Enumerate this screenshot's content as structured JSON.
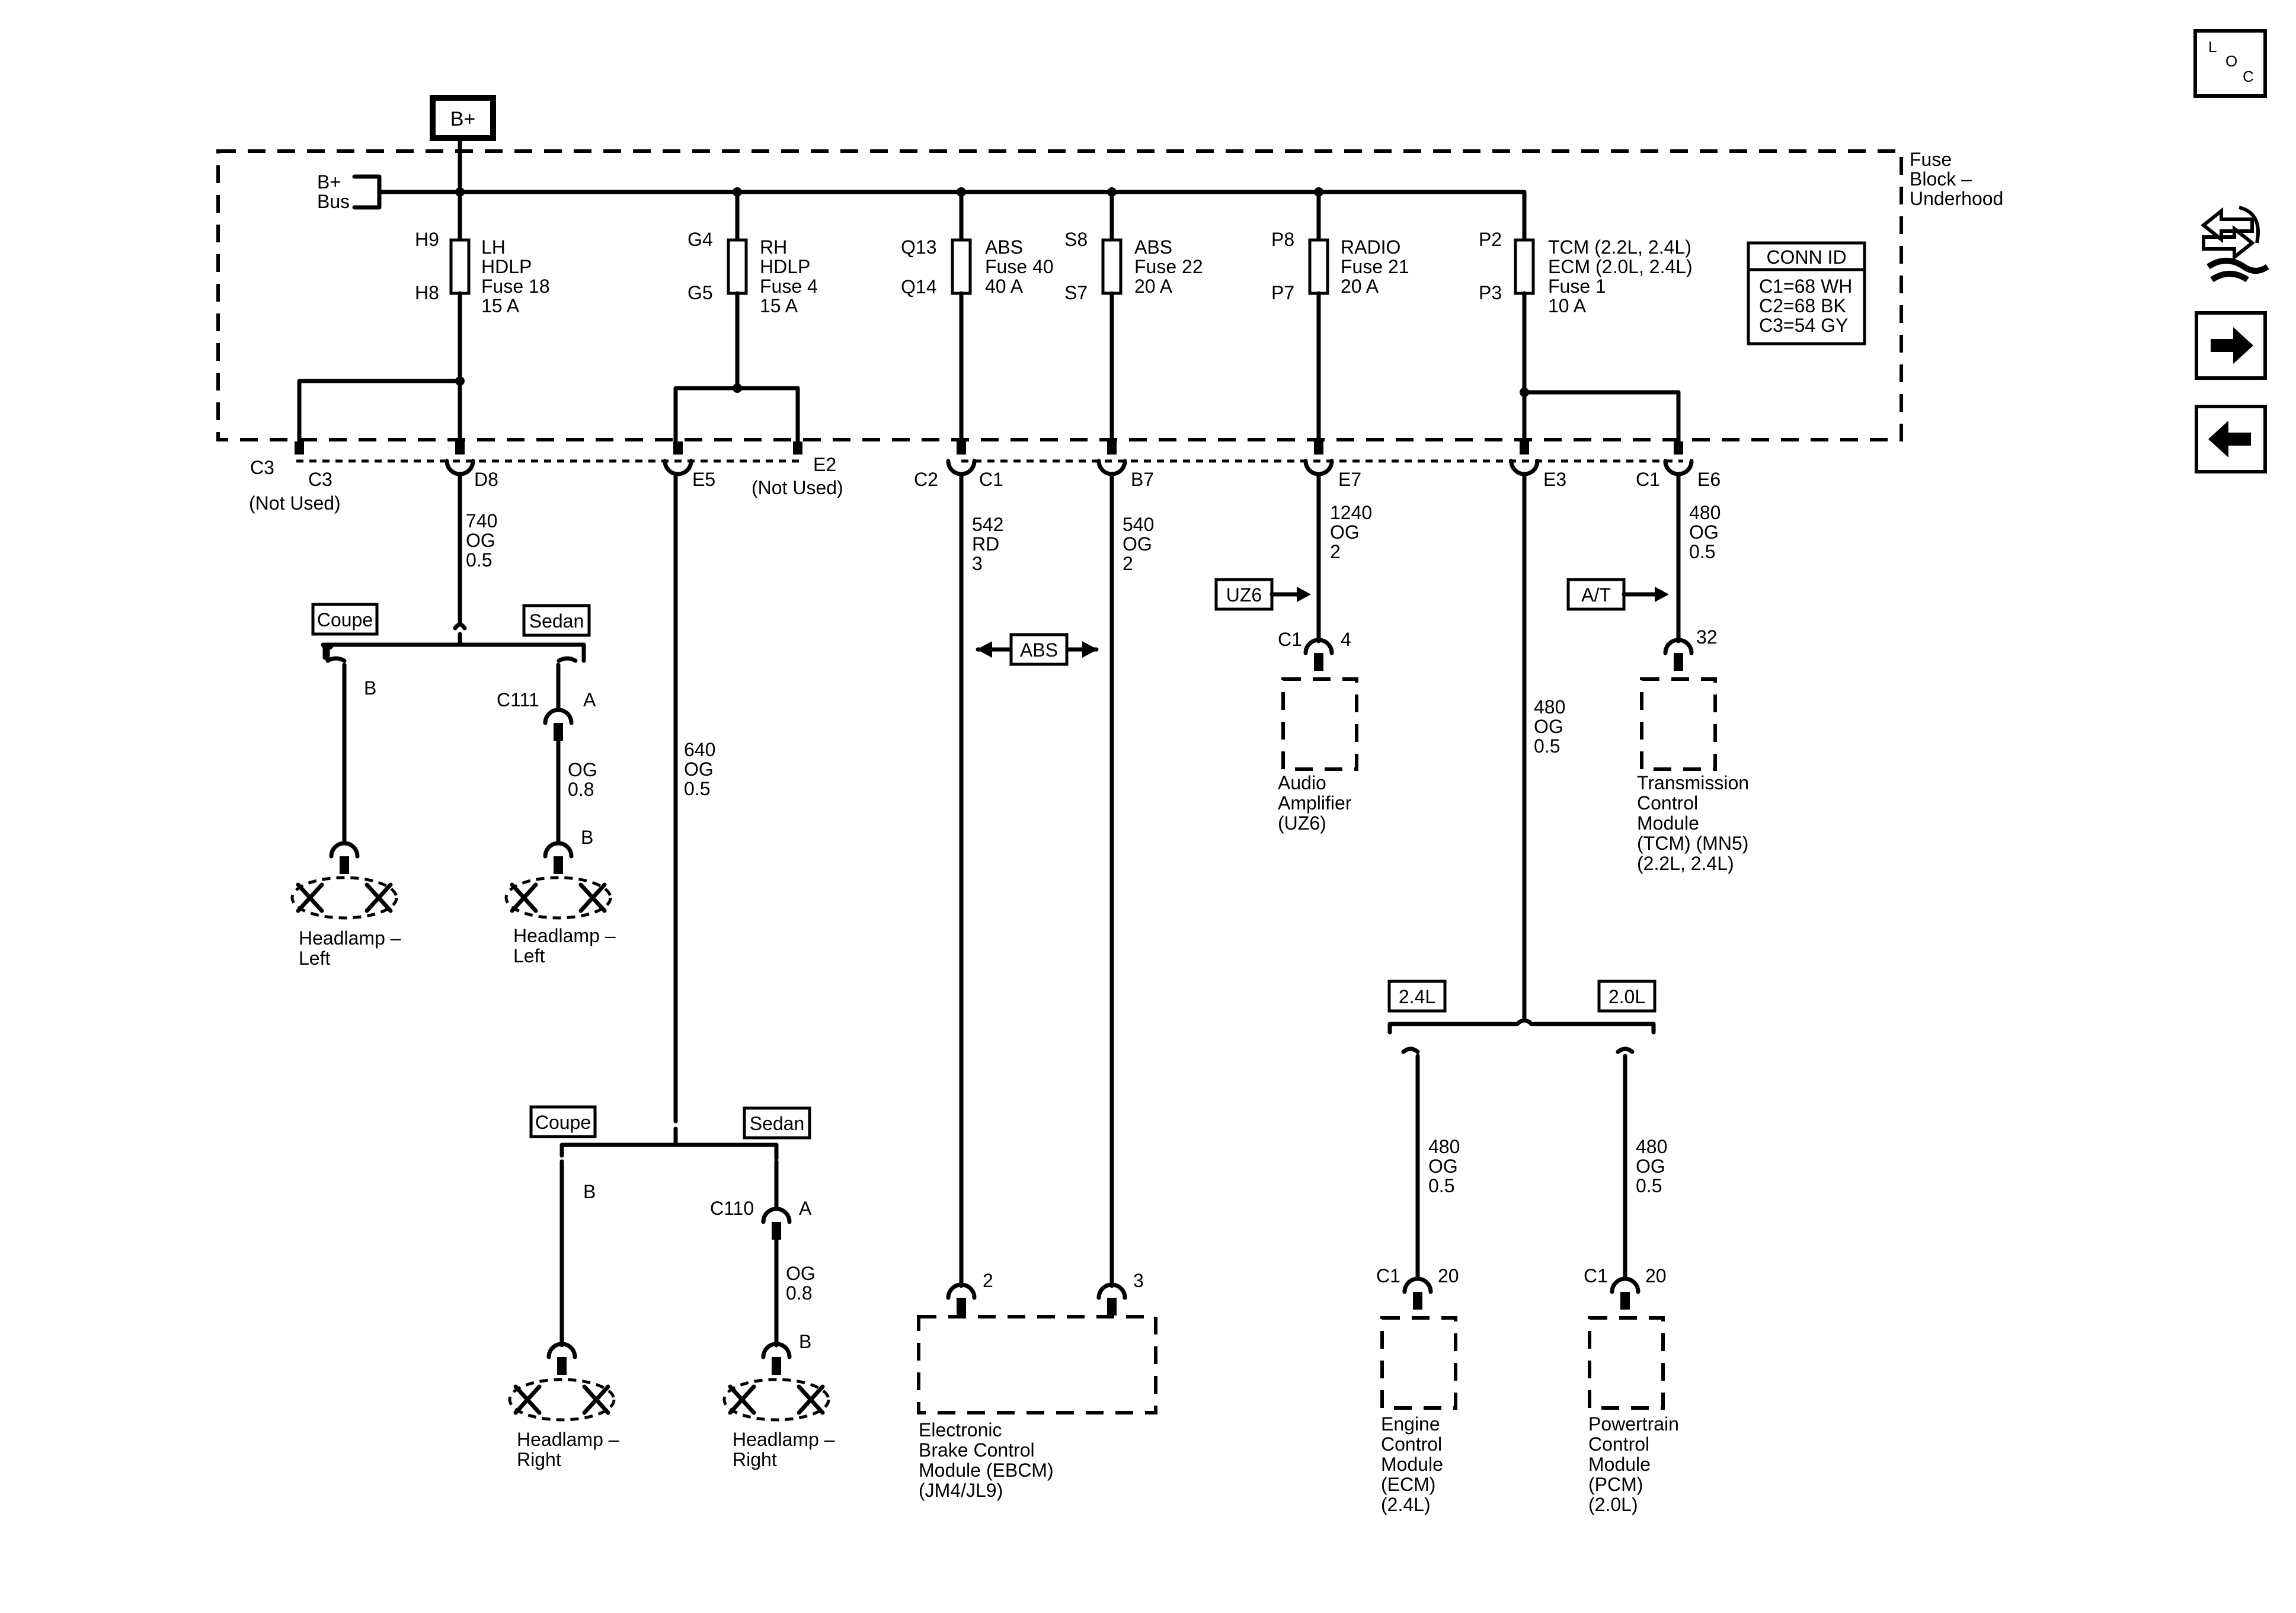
{
  "bplus": "B+",
  "fuse_block": {
    "line1": "Fuse",
    "line2": "Block –",
    "line3": "Underhood"
  },
  "bus": {
    "line1": "B+",
    "line2": "Bus"
  },
  "conn_id": {
    "title": "CONN ID",
    "rows": [
      "C1=68 WH",
      "C2=68 BK",
      "C3=54 GY"
    ]
  },
  "fuses": [
    {
      "top_pin": "H9",
      "bot_pin": "H8",
      "lines": [
        "LH",
        "HDLP",
        "Fuse 18",
        "15 A"
      ]
    },
    {
      "top_pin": "G4",
      "bot_pin": "G5",
      "lines": [
        "RH",
        "HDLP",
        "Fuse 4",
        "15 A"
      ]
    },
    {
      "top_pin": "Q13",
      "bot_pin": "Q14",
      "lines": [
        "ABS",
        "Fuse 40",
        "40 A"
      ]
    },
    {
      "top_pin": "S8",
      "bot_pin": "S7",
      "lines": [
        "ABS",
        "Fuse 22",
        "20 A"
      ]
    },
    {
      "top_pin": "P8",
      "bot_pin": "P7",
      "lines": [
        "RADIO",
        "Fuse 21",
        "20 A"
      ]
    },
    {
      "top_pin": "P2",
      "bot_pin": "P3",
      "lines": [
        "TCM (2.2L, 2.4L)",
        "ECM (2.0L, 2.4L)",
        "Fuse 1",
        "10 A"
      ]
    }
  ],
  "connectors": {
    "c3_left": "C3",
    "c3_a": "C3",
    "not_used_1": "(Not Used)",
    "d8": "D8",
    "e5": "E5",
    "e2": "E2",
    "not_used_2": "(Not Used)",
    "c2": "C2",
    "c1_a": "C1",
    "b7": "B7",
    "e7": "E7",
    "e3": "E3",
    "c1_b": "C1",
    "e6": "E6"
  },
  "wires": {
    "w740": [
      "740",
      "OG",
      "0.5"
    ],
    "w640": [
      "640",
      "OG",
      "0.5"
    ],
    "w542": [
      "542",
      "RD",
      "3"
    ],
    "w540": [
      "540",
      "OG",
      "2"
    ],
    "w1240": [
      "1240",
      "OG",
      "2"
    ],
    "w480a": [
      "480",
      "OG",
      "0.5"
    ],
    "w480b": [
      "480",
      "OG",
      "0.5"
    ],
    "w480c": [
      "480",
      "OG",
      "0.5"
    ],
    "w480d": [
      "480",
      "OG",
      "0.5"
    ],
    "og08a": [
      "OG",
      "0.8"
    ],
    "og08b": [
      "OG",
      "0.8"
    ]
  },
  "options": {
    "coupe_1": "Coupe",
    "sedan_1": "Sedan",
    "coupe_2": "Coupe",
    "sedan_2": "Sedan",
    "abs": "ABS",
    "uz6": "UZ6",
    "at": "A/T",
    "l24": "2.4L",
    "l20": "2.0L"
  },
  "pins": {
    "hl1_b": "B",
    "c111": "C111",
    "c111_a": "A",
    "c111_b": "B",
    "hr1_b": "B",
    "c110": "C110",
    "c110_a": "A",
    "c110_b": "B",
    "ebcm_2": "2",
    "ebcm_3": "3",
    "amp_c1": "C1",
    "amp_4": "4",
    "tcm_32": "32",
    "ecm_c1": "C1",
    "ecm_20": "20",
    "pcm_c1": "C1",
    "pcm_20": "20"
  },
  "components": {
    "headlamp_left_1": [
      "Headlamp –",
      "Left"
    ],
    "headlamp_left_2": [
      "Headlamp –",
      "Left"
    ],
    "headlamp_right_1": [
      "Headlamp –",
      "Right"
    ],
    "headlamp_right_2": [
      "Headlamp –",
      "Right"
    ],
    "ebcm": [
      "Electronic",
      "Brake Control",
      "Module (EBCM)",
      "(JM4/JL9)"
    ],
    "amp": [
      "Audio",
      "Amplifier",
      "(UZ6)"
    ],
    "tcm": [
      "Transmission",
      "Control",
      "Module",
      "(TCM) (MN5)",
      "(2.2L, 2.4L)"
    ],
    "ecm": [
      "Engine",
      "Control",
      "Module",
      "(ECM)",
      "(2.4L)"
    ],
    "pcm": [
      "Powertrain",
      "Control",
      "Module",
      "(PCM)",
      "(2.0L)"
    ]
  },
  "sidebar": {
    "loc_l": "L",
    "loc_o": "O",
    "loc_c": "C"
  }
}
